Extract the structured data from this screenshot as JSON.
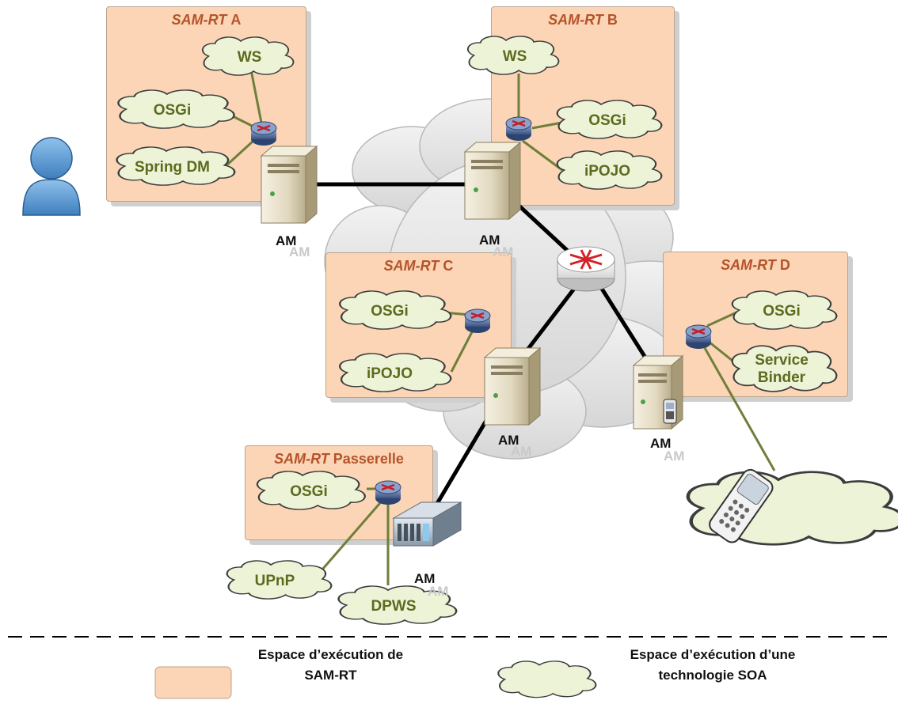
{
  "runtimes": {
    "a": {
      "name": "SAM-RT",
      "suffix": "A"
    },
    "b": {
      "name": "SAM-RT",
      "suffix": "B"
    },
    "c": {
      "name": "SAM-RT",
      "suffix": "C"
    },
    "d": {
      "name": "SAM-RT",
      "suffix": "D"
    },
    "p": {
      "name": "SAM-RT",
      "suffix": "Passerelle"
    }
  },
  "clouds": {
    "a_ws": "WS",
    "a_osgi": "OSGi",
    "a_spring": "Spring DM",
    "b_ws": "WS",
    "b_osgi": "OSGi",
    "b_ipojo": "iPOJO",
    "c_osgi": "OSGi",
    "c_ipojo": "iPOJO",
    "d_osgi": "OSGi",
    "d_binder_1": "Service",
    "d_binder_2": "Binder",
    "p_osgi": "OSGi",
    "upnp": "UPnP",
    "dpws": "DPWS"
  },
  "am_label": "AM",
  "legend": {
    "runtime_line1": "Espace d’exécution de",
    "runtime_line2": "SAM-RT",
    "soa_line1": "Espace d’exécution d’une",
    "soa_line2": "technologie SOA"
  },
  "colors": {
    "runtime_fill": "#fbd5b5",
    "cloud_fill": "#ecf3d7",
    "cloud_text": "#5a6b1e",
    "link_green": "#6e7f3a",
    "title_orange": "#b5532a"
  },
  "icons": {
    "user": "user-icon",
    "server": "server-icon",
    "router": "router-icon",
    "gateway": "rack-server-icon",
    "phone": "mobile-phone-icon"
  }
}
